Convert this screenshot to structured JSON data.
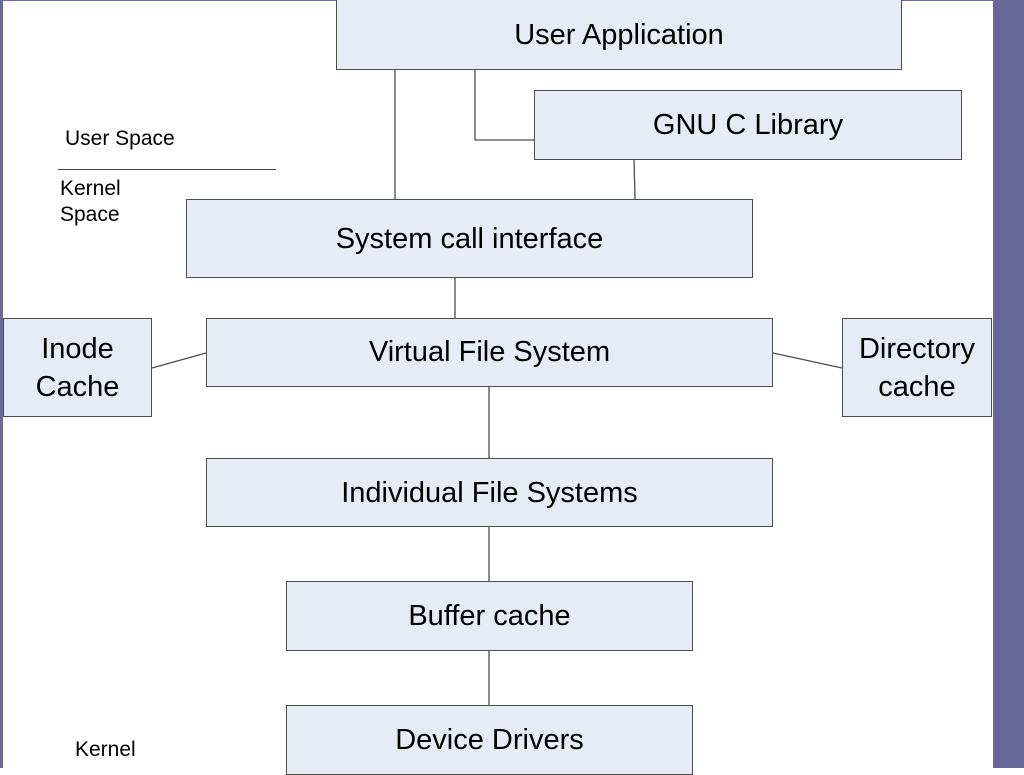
{
  "diagram": {
    "title": "Linux file system layered architecture",
    "regions": {
      "user_space": "User Space",
      "kernel_space_line1": "Kernel",
      "kernel_space_line2": "Space",
      "kernel_bottom": "Kernel"
    },
    "nodes": {
      "user_application": "User Application",
      "gnu_c_library": "GNU C Library",
      "system_call_interface": "System call interface",
      "virtual_file_system": "Virtual File System",
      "inode_cache_line1": "Inode",
      "inode_cache_line2": "Cache",
      "directory_cache_line1": "Directory",
      "directory_cache_line2": "cache",
      "individual_file_systems": "Individual File Systems",
      "buffer_cache": "Buffer cache",
      "device_drivers": "Device Drivers"
    },
    "edges": [
      {
        "from": "User Application",
        "to": "System call interface"
      },
      {
        "from": "User Application",
        "to": "GNU C Library"
      },
      {
        "from": "GNU C Library",
        "to": "System call interface"
      },
      {
        "from": "System call interface",
        "to": "Virtual File System"
      },
      {
        "from": "Virtual File System",
        "to": "Inode Cache"
      },
      {
        "from": "Virtual File System",
        "to": "Directory cache"
      },
      {
        "from": "Virtual File System",
        "to": "Individual File Systems"
      },
      {
        "from": "Individual File Systems",
        "to": "Buffer cache"
      },
      {
        "from": "Buffer cache",
        "to": "Device Drivers"
      }
    ],
    "colors": {
      "box_fill": "#e6ebf5",
      "frame": "#676799"
    }
  }
}
